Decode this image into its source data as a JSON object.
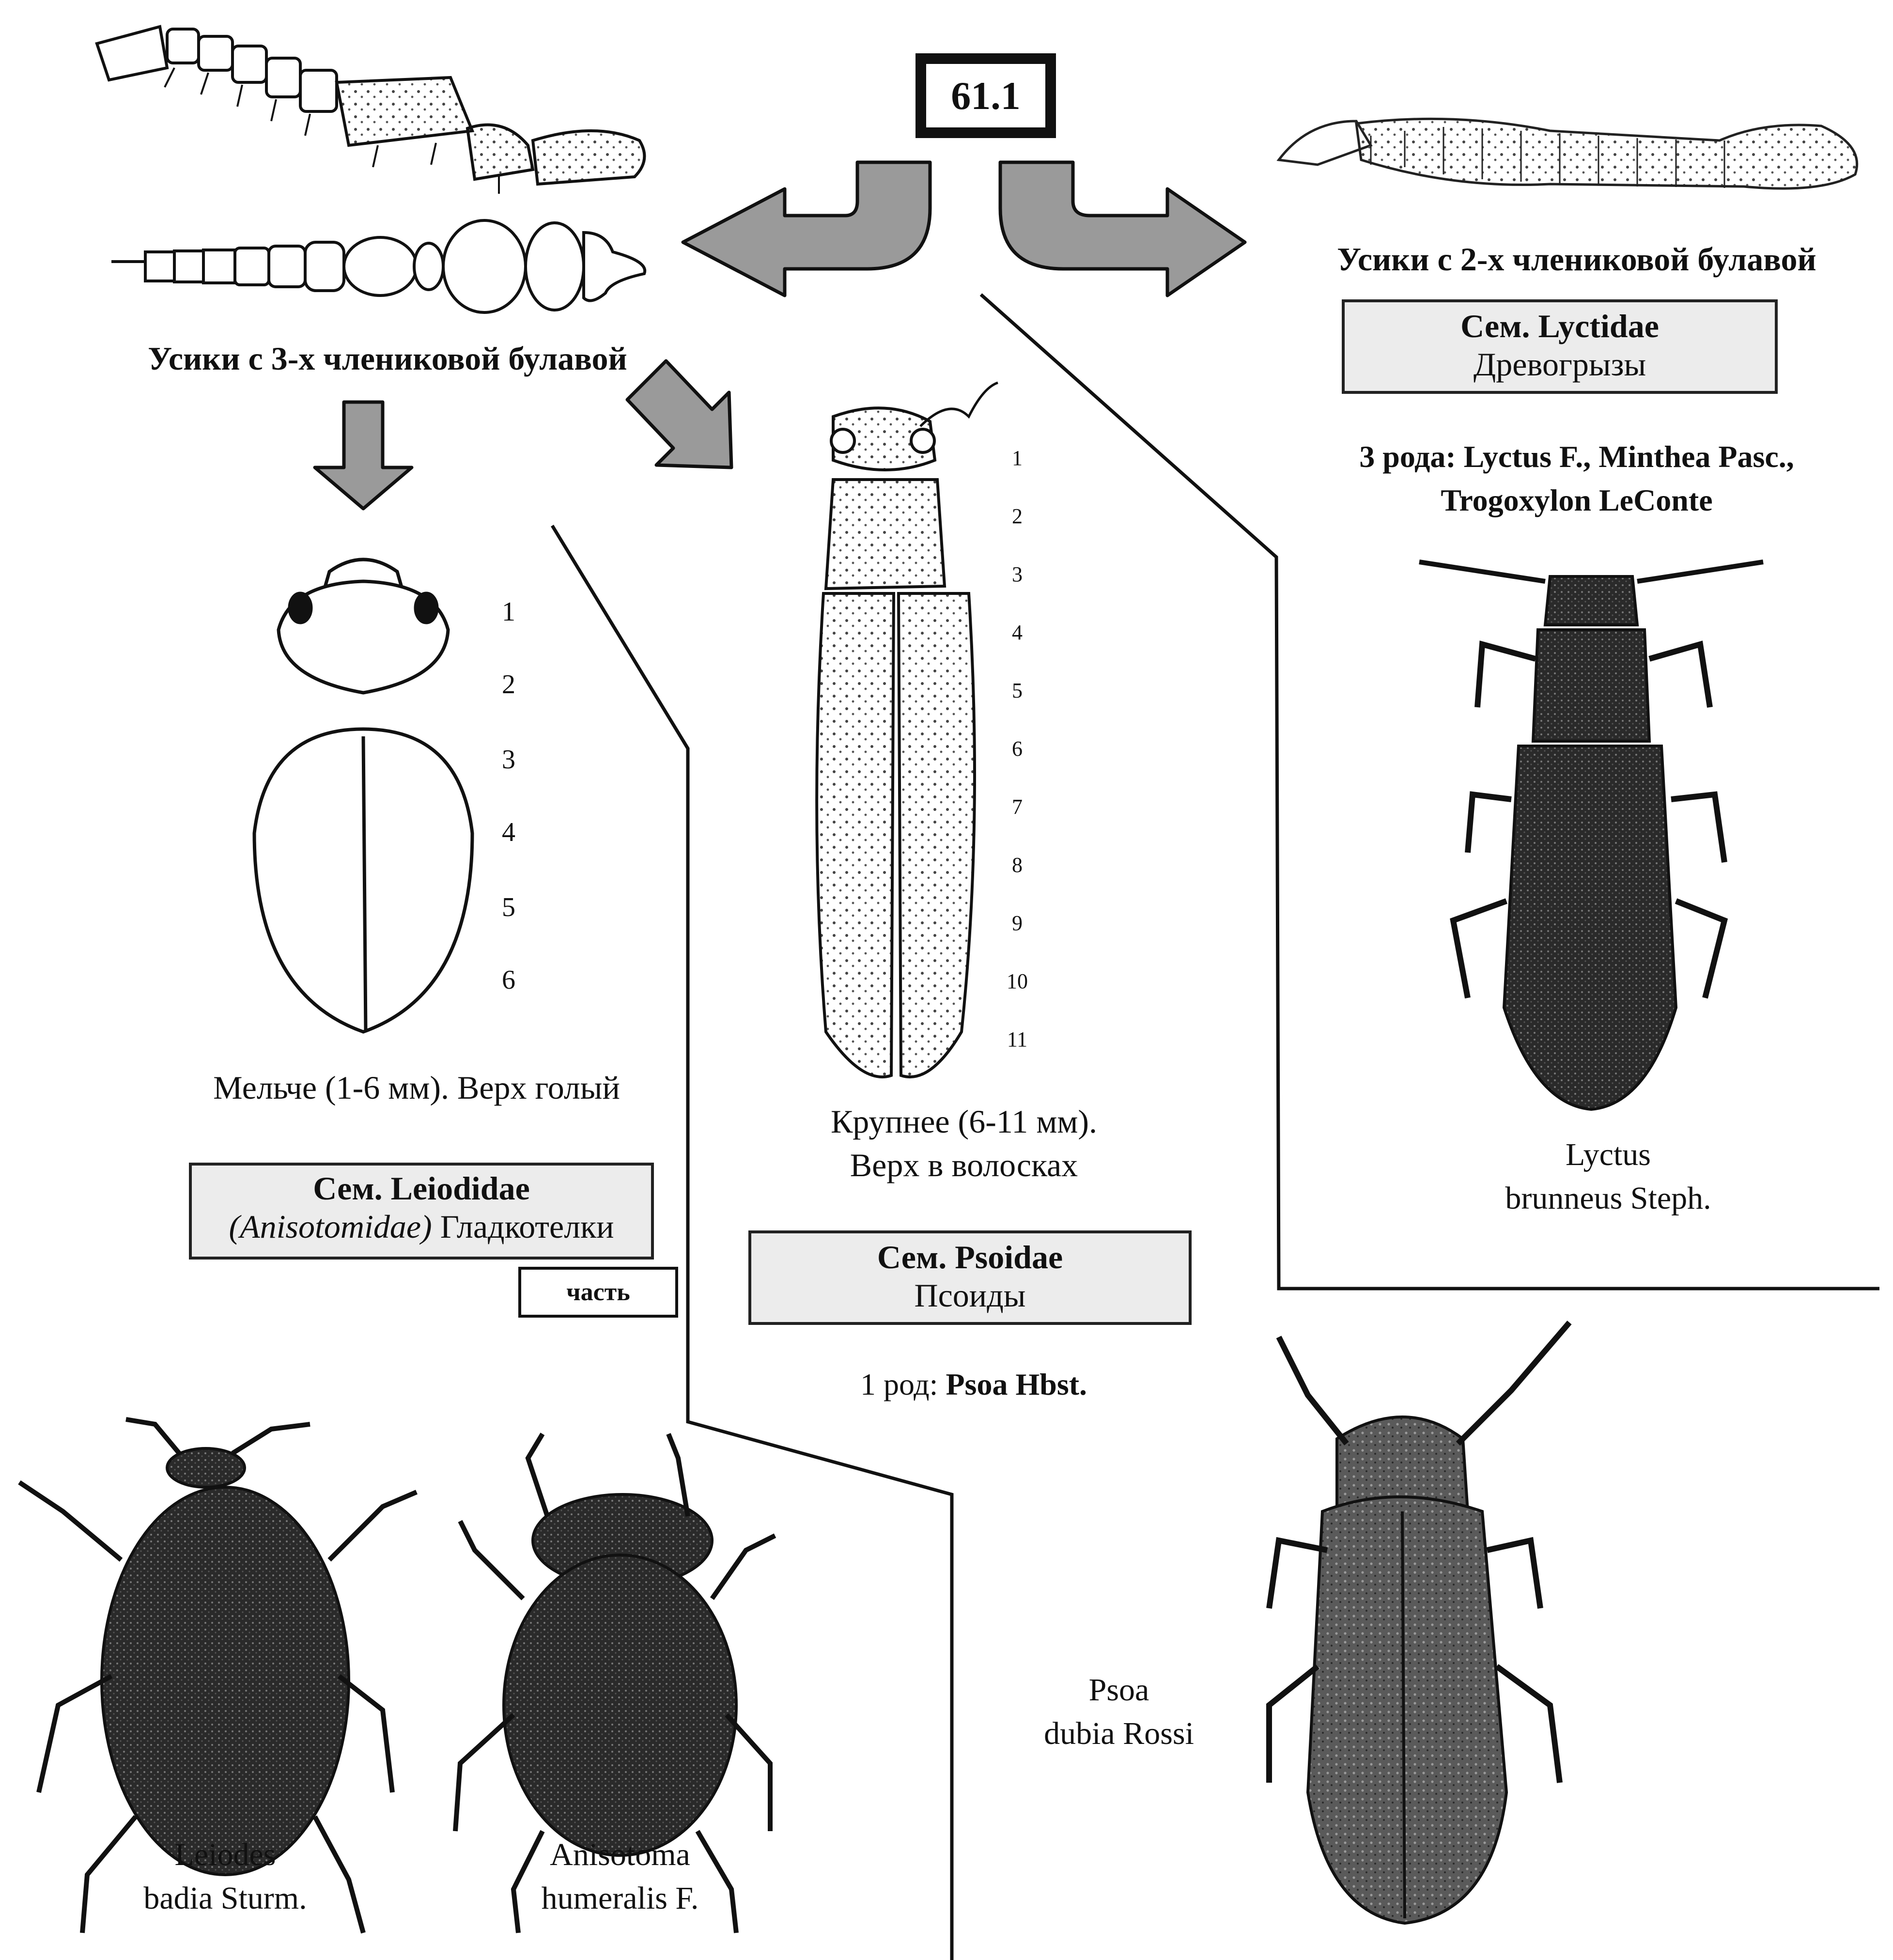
{
  "node": {
    "label": "61.1"
  },
  "left_branch": {
    "antenna_caption": "Усики с 3-х члениковой булавой",
    "small": {
      "caption": "Мельче (1-6 мм). Верх голый",
      "scale_ticks": [
        "1",
        "2",
        "3",
        "4",
        "5",
        "6"
      ],
      "family_box": {
        "prefix": "Сем. ",
        "latin": "Leiodidae",
        "alt_latin": "(Anisotomidae)",
        "russian": " Гладкотелки"
      },
      "part_tag": "часть",
      "species": [
        {
          "genus": "Leiodes",
          "epithet": "badia Sturm."
        },
        {
          "genus": "Anisotoma",
          "epithet": "humeralis F."
        }
      ]
    },
    "large": {
      "caption_line1": "Крупнее (6-11 мм).",
      "caption_line2": "Верх в волосках",
      "scale_ticks": [
        "1",
        "2",
        "3",
        "4",
        "5",
        "6",
        "7",
        "8",
        "9",
        "10",
        "11"
      ],
      "family_box": {
        "prefix": "Сем. ",
        "latin": "Psoidae",
        "russian": "Псоиды"
      },
      "genera_prefix": "1 род: ",
      "genera": "Psoa Hbst.",
      "species": {
        "genus": "Psoa",
        "epithet": "dubia Rossi"
      }
    }
  },
  "right_branch": {
    "antenna_caption": "Усики с 2-х члениковой булавой",
    "family_box": {
      "prefix": "Сем. ",
      "latin": "Lyctidae",
      "russian": "Древогрызы"
    },
    "genera_prefix": "3 рода: ",
    "genera_line1": "Lyctus F., Minthea Pasc.,",
    "genera_line2": "Trogoxylon LeConte",
    "species": {
      "genus": "Lyctus",
      "epithet": "brunneus Steph."
    }
  },
  "colors": {
    "ink": "#111111",
    "box_fill": "#ececec",
    "arrow_fill": "#9a9a9a"
  }
}
